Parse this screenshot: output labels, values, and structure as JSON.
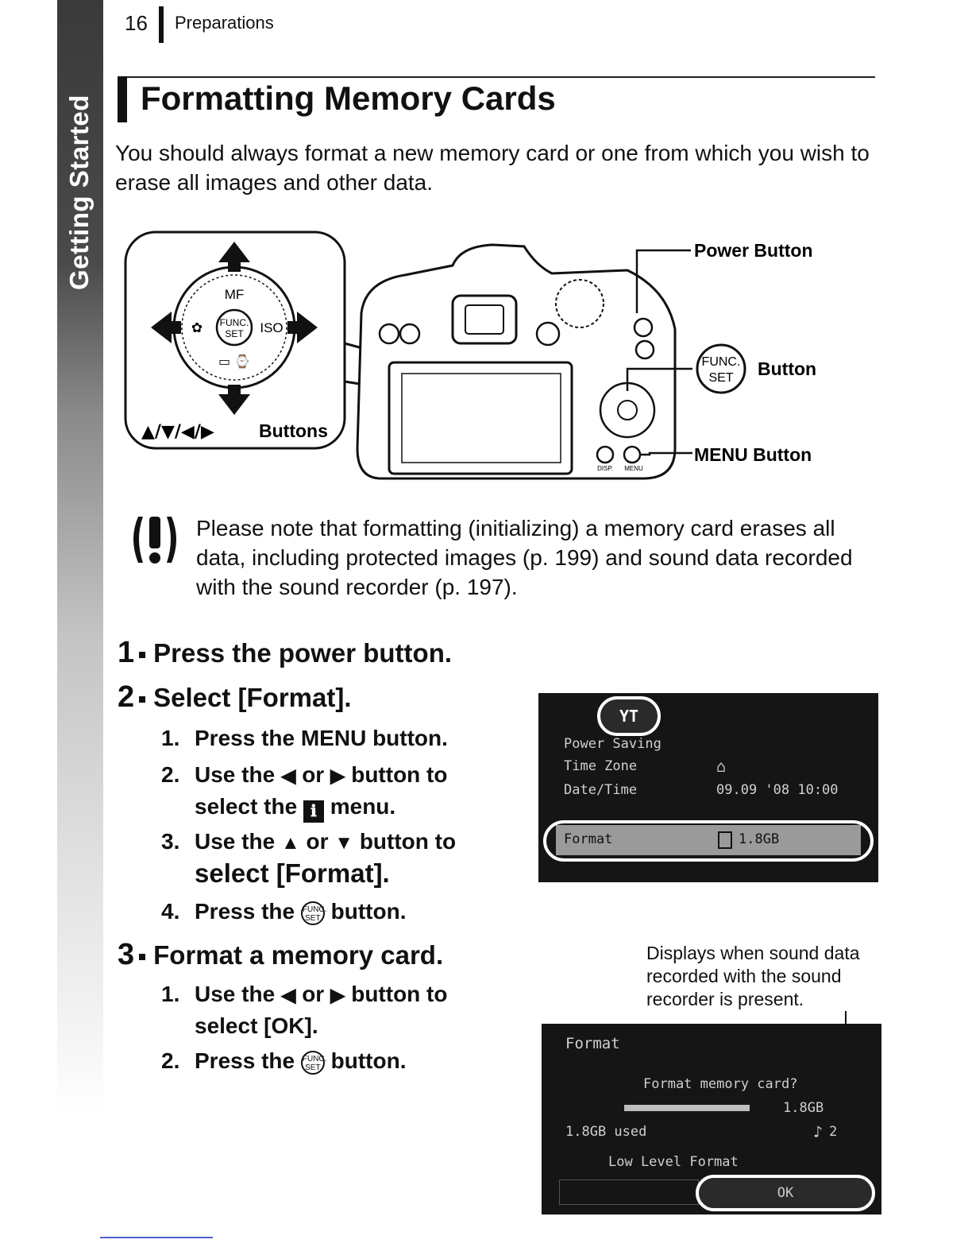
{
  "header": {
    "page_number": "16",
    "section": "Preparations"
  },
  "side_tab": {
    "label": "Getting Started"
  },
  "title": "Formatting Memory Cards",
  "intro": "You should always format a new memory card or one from which you wish to erase all images and other data.",
  "diagram": {
    "dial_labels": {
      "top": "MF",
      "right": "ISO"
    },
    "buttons_label": "Buttons",
    "power_label": "Power Button",
    "func_label": "Button",
    "menu_label": "MENU Button",
    "func_glyph_top": "FUNC.",
    "func_glyph_bottom": "SET",
    "camera_disp": "DISP.",
    "camera_menu": "MENU"
  },
  "caution": "Please note that formatting (initializing) a memory card erases all data, including protected images (p. 199) and sound data recorded with the sound recorder (p. 197).",
  "steps": [
    {
      "num": "1",
      "title": "Press the power button."
    },
    {
      "num": "2",
      "title": "Select [Format].",
      "subs": [
        {
          "n": "1.",
          "text": "Press the MENU button."
        },
        {
          "n": "2.",
          "text_a": "Use the",
          "or": "or",
          "text_b": "button to",
          "text_c": "select the",
          "text_d": "menu."
        },
        {
          "n": "3.",
          "text_a": "Use the",
          "or": "or",
          "text_b": "button to",
          "text_c": "select [Format]."
        },
        {
          "n": "4.",
          "text_a": "Press the",
          "text_b": "button."
        }
      ]
    },
    {
      "num": "3",
      "title": "Format a memory card.",
      "subs": [
        {
          "n": "1.",
          "text_a": "Use the",
          "or": "or",
          "text_b": "button to",
          "text_c": "select [OK]."
        },
        {
          "n": "2.",
          "text_a": "Press the",
          "text_b": "button."
        }
      ]
    }
  ],
  "menu_screen": {
    "tab_icon": "YT",
    "rows": [
      {
        "label": "Power Saving",
        "value": ""
      },
      {
        "label": "Time Zone",
        "value": ""
      },
      {
        "label": "Date/Time",
        "value": "09.09 '08 10:00"
      },
      {
        "label": "Format",
        "value": "1.8GB"
      }
    ]
  },
  "caption": "Displays when sound data recorded with the sound recorder is present.",
  "format_screen": {
    "title": "Format",
    "question": "Format memory card?",
    "capacity": "1.8GB",
    "used": "1.8GB used",
    "sound_count": "2",
    "low_level": "Low Level Format",
    "ok": "OK"
  },
  "colors": {
    "ink": "#111111",
    "screen_bg": "#151515",
    "tab_dark": "#3a3a3a"
  }
}
